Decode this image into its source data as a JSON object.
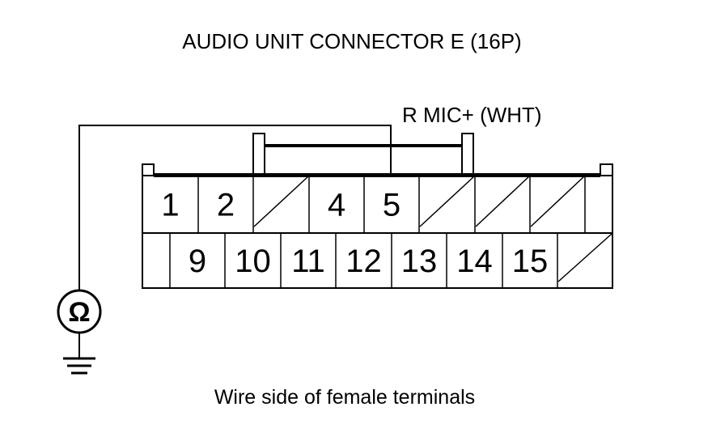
{
  "title": "AUDIO UNIT CONNECTOR E (16P)",
  "wire_label": "R MIC+ (WHT)",
  "caption": "Wire side of female terminals",
  "meter_symbol": "Ω",
  "meter_symbol_name": "ohmmeter-icon",
  "ground_symbol_name": "ground-icon",
  "connector": {
    "pin_count": "16P",
    "top_row": [
      {
        "label": "1"
      },
      {
        "label": "2"
      },
      {
        "label": ""
      },
      {
        "label": "4"
      },
      {
        "label": "5"
      },
      {
        "label": ""
      },
      {
        "label": ""
      },
      {
        "label": ""
      },
      {
        "label": ""
      }
    ],
    "bottom_row": [
      {
        "label": ""
      },
      {
        "label": "9"
      },
      {
        "label": "10"
      },
      {
        "label": "11"
      },
      {
        "label": "12"
      },
      {
        "label": "13"
      },
      {
        "label": "14"
      },
      {
        "label": "15"
      },
      {
        "label": ""
      }
    ],
    "probed_pin": "5"
  },
  "colors": {
    "line": "#000000",
    "background": "#ffffff"
  }
}
